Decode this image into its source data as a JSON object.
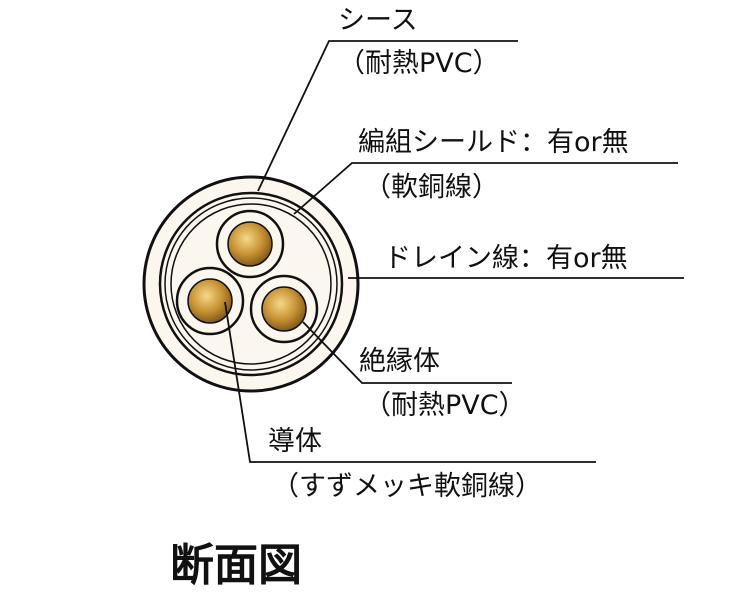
{
  "labels": {
    "sheath": {
      "name": "シース",
      "material": "（耐熱PVC）"
    },
    "shield": {
      "name": "編組シールド：有or無",
      "material": "（軟銅線）"
    },
    "drain": {
      "name": "ドレイン線：有or無"
    },
    "insulator": {
      "name": "絶縁体",
      "material": "（耐熱PVC）"
    },
    "conductor": {
      "name": "導体",
      "material": "（すずメッキ軟銅線）"
    }
  },
  "title": "断面図",
  "colors": {
    "line": "#111111",
    "insulation": "#fbf6ee",
    "conductor_light": "#f6d889",
    "conductor_mid": "#c89334",
    "conductor_dark": "#7a5418"
  }
}
